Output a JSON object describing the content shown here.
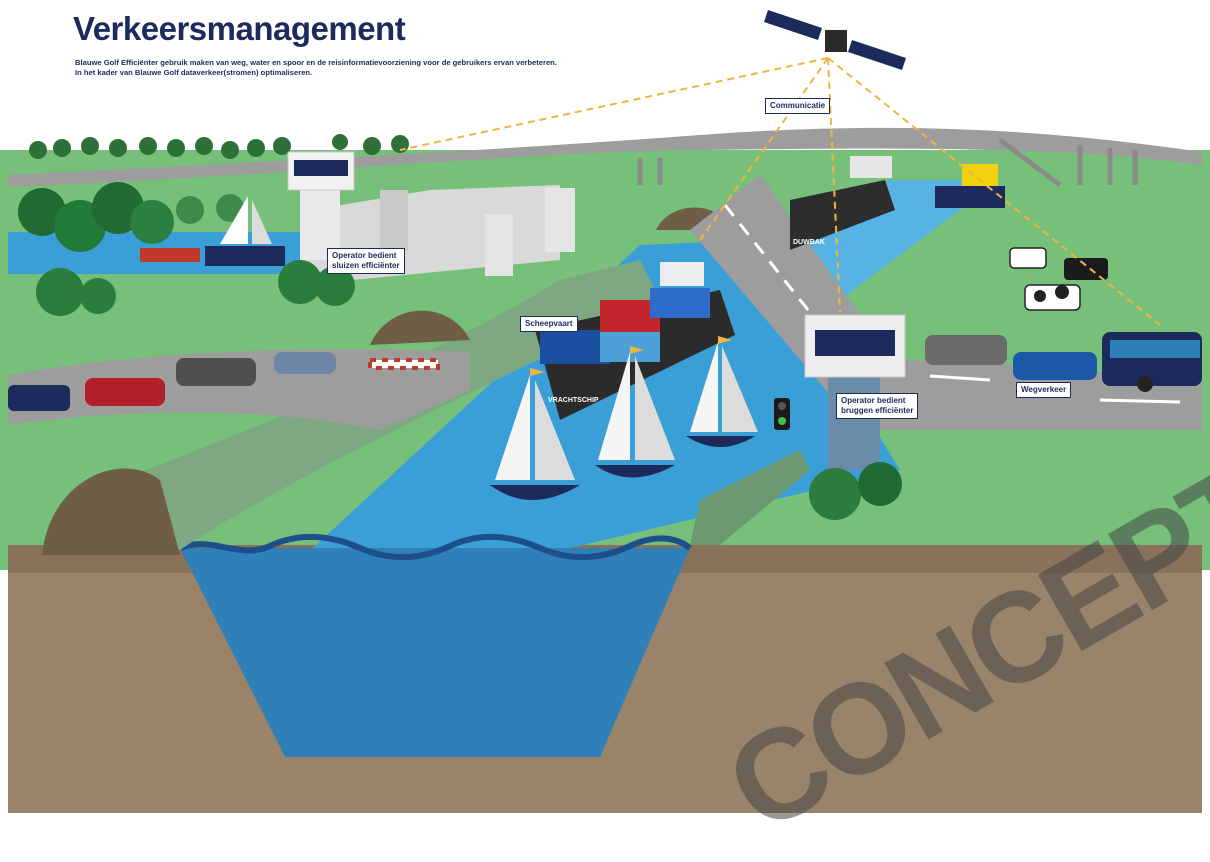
{
  "header": {
    "title": "Verkeersmanagement",
    "subtitle": "Blauwe Golf Efficiënter gebruik maken van weg, water en spoor en de reisinformatievoorziening voor de gebruikers ervan verbeteren. In het kader van Blauwe Golf dataverkeer(stromen) optimaliseren."
  },
  "labels": {
    "communicatie": "Communicatie",
    "sluizen": "Operator bedient\nsluizen efficiënter",
    "scheepvaart": "Scheepvaart",
    "bruggen": "Operator bedient\nbruggen efficiënter",
    "wegverkeer": "Wegverkeer"
  },
  "ship_names": {
    "vrachtschip": "VRACHTSCHIP",
    "duwbak": "DUWBAK"
  },
  "watermark": "CONCEPT",
  "colors": {
    "navy": "#1d2a5c",
    "grass": "#77c07a",
    "water": "#3a9fd6",
    "soil": "#9a8469",
    "road": "#9d9d9d",
    "dike": "#7ea882",
    "signal_dash": "#f0b540"
  }
}
